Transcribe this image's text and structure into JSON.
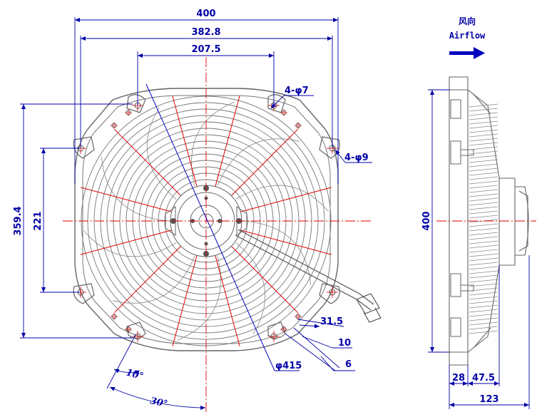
{
  "front_view": {
    "dims": {
      "width_400": "400",
      "width_382": "382.8",
      "width_207": "207.5",
      "height_359": "359.4",
      "height_221": "221",
      "hole_4phi7": "4-φ7",
      "hole_4phi9": "4-φ9",
      "dia_415": "φ415",
      "bracket_31": "31.5",
      "bracket_10": "10",
      "bracket_6": "6",
      "angle_10": "10°",
      "angle_30": "30°"
    }
  },
  "side_view": {
    "dims": {
      "height_400": "400",
      "depth_28": "28",
      "depth_47": "47.5",
      "depth_123": "123"
    }
  },
  "airflow": {
    "label_cn": "风向",
    "label_en": "Airflow"
  },
  "colors": {
    "outline": "#555555",
    "centerline": "#e00000",
    "dimension": "#0000a8"
  }
}
